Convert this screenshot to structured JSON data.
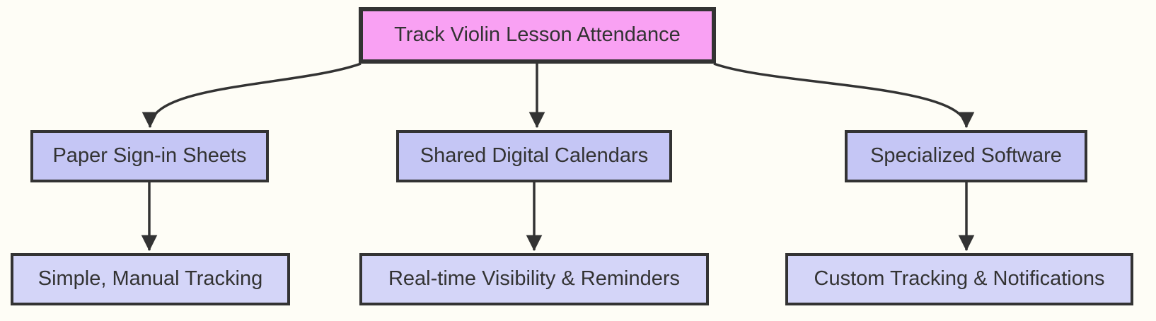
{
  "diagram": {
    "type": "flowchart",
    "direction": "top-down",
    "nodes": {
      "root": {
        "label": "Track Violin Lesson Attendance"
      },
      "option1": {
        "label": "Paper Sign-in Sheets"
      },
      "option2": {
        "label": "Shared Digital Calendars"
      },
      "option3": {
        "label": "Specialized Software"
      },
      "outcome1": {
        "label": "Simple, Manual Tracking"
      },
      "outcome2": {
        "label": "Real-time Visibility & Reminders"
      },
      "outcome3": {
        "label": "Custom Tracking & Notifications"
      }
    },
    "edges": [
      {
        "from": "root",
        "to": "option1"
      },
      {
        "from": "root",
        "to": "option2"
      },
      {
        "from": "root",
        "to": "option3"
      },
      {
        "from": "option1",
        "to": "outcome1"
      },
      {
        "from": "option2",
        "to": "outcome2"
      },
      {
        "from": "option3",
        "to": "outcome3"
      }
    ],
    "colors": {
      "background": "#fefdf6",
      "border": "#333333",
      "edge": "#333333",
      "text": "#333333",
      "root_fill": "#f9a1f3",
      "option_fill": "#c5c6f5",
      "outcome_fill": "#d4d5f8"
    }
  }
}
